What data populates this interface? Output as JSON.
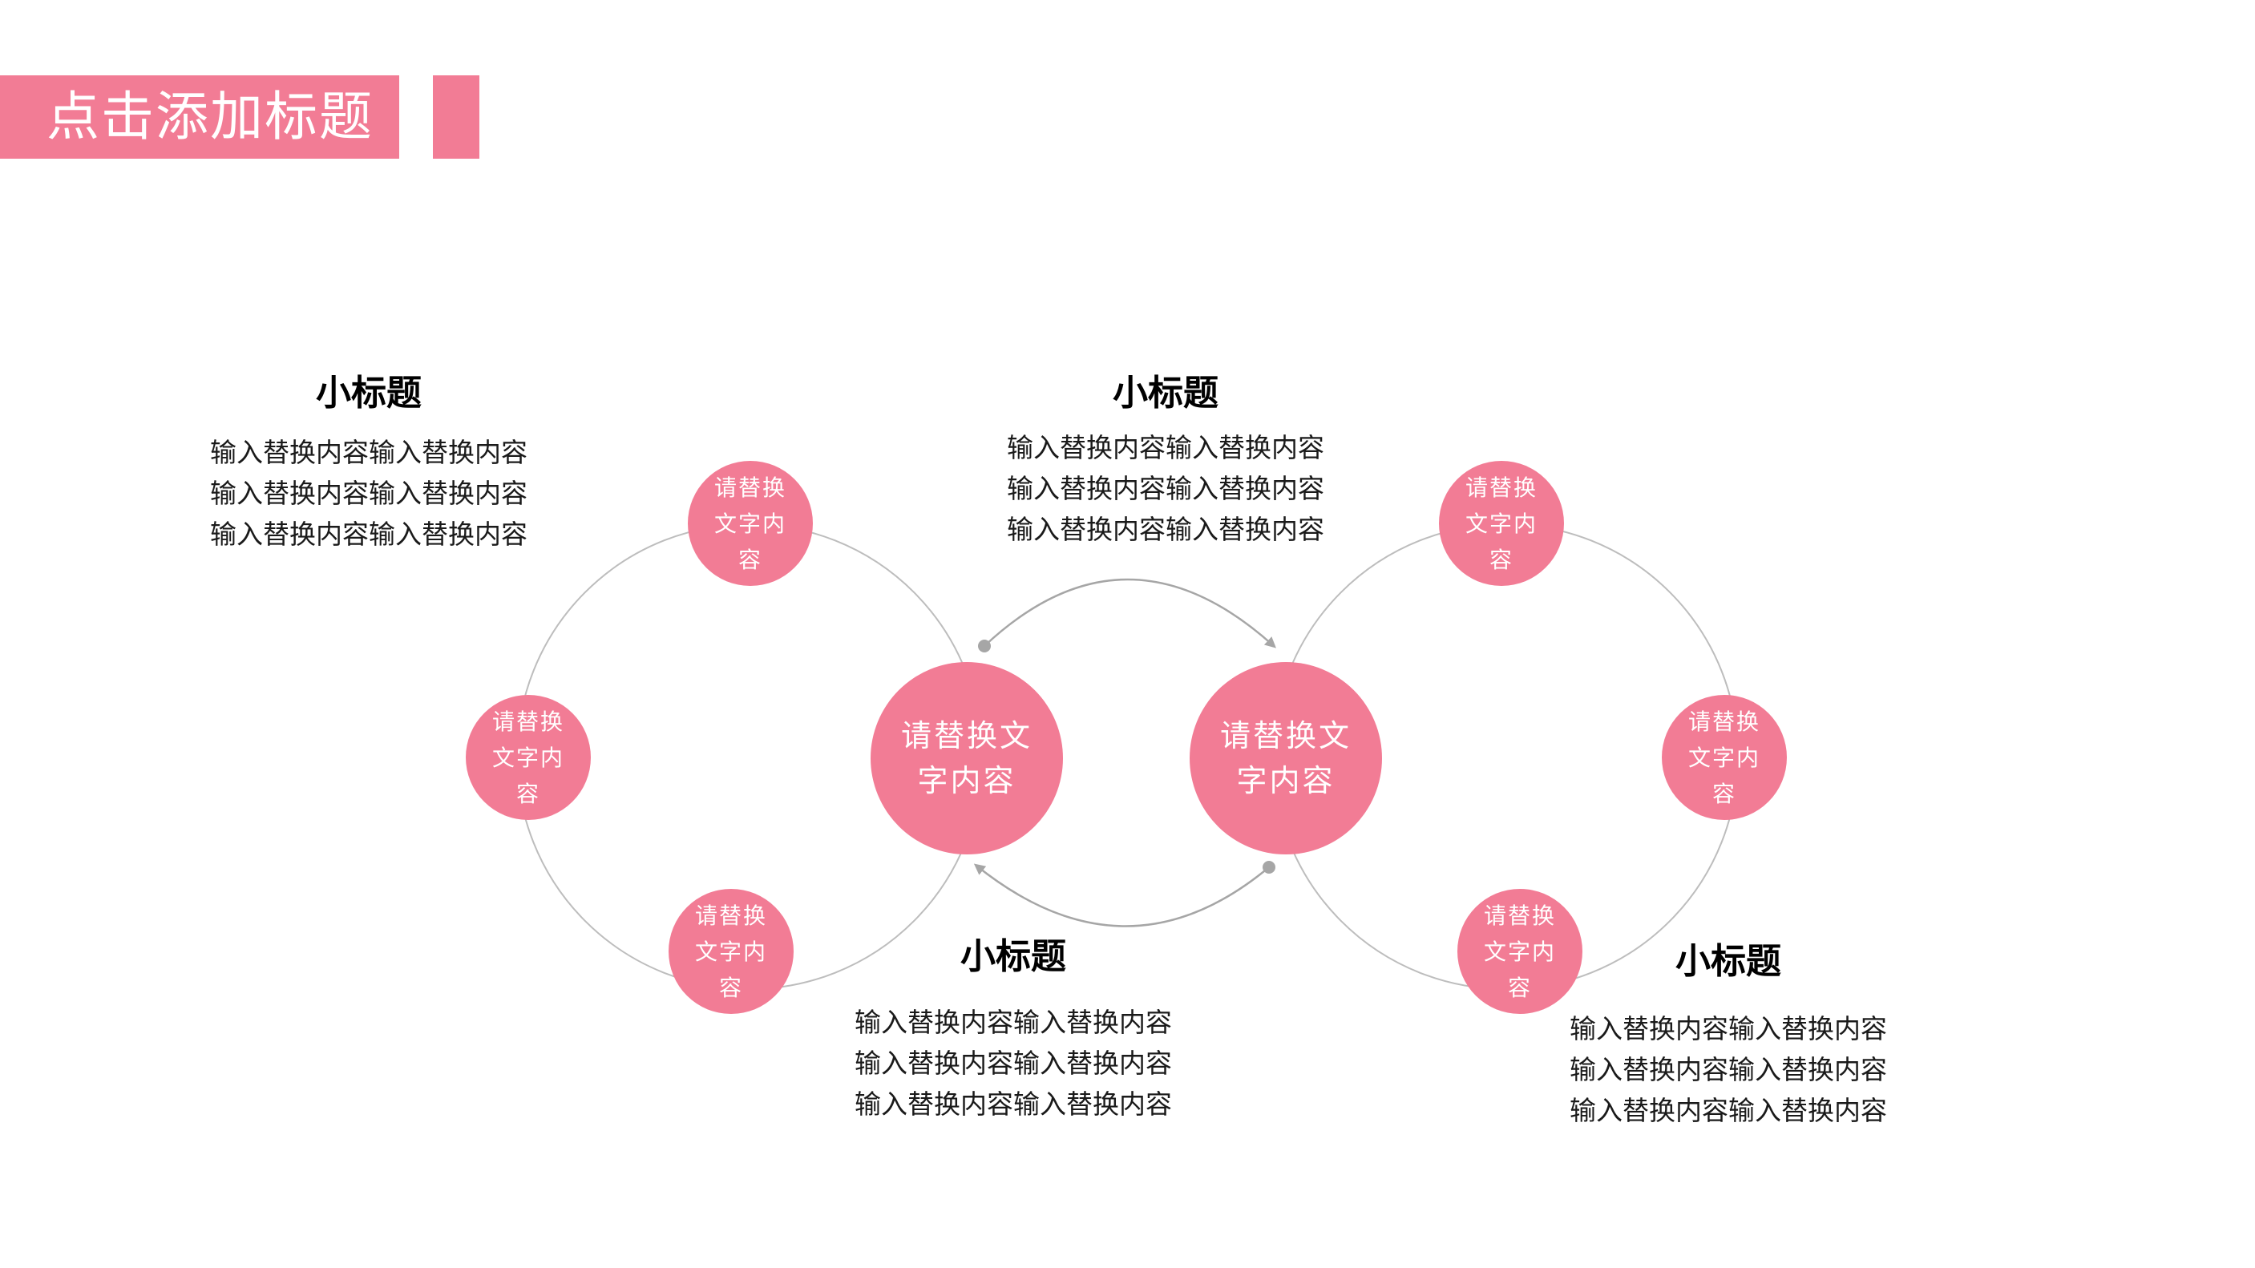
{
  "slide": {
    "title": "点击添加标题",
    "colors": {
      "accent": "#f27c95",
      "connector": "#bdbdbd",
      "arrow": "#a6a6a6",
      "text": "#1a1a1a"
    }
  },
  "nodes": {
    "left_top": "请替换文字内容",
    "left_mid": "请替换文字内容",
    "left_bottom": "请替换文字内容",
    "center_left": "请替换文字内容",
    "center_right": "请替换文字内容",
    "right_top": "请替换文字内容",
    "right_mid": "请替换文字内容",
    "right_bottom": "请替换文字内容"
  },
  "text_blocks": [
    {
      "subtitle": "小标题",
      "lines": [
        "输入替换内容输入替换内容",
        "输入替换内容输入替换内容",
        "输入替换内容输入替换内容"
      ]
    },
    {
      "subtitle": "小标题",
      "lines": [
        "输入替换内容输入替换内容",
        "输入替换内容输入替换内容",
        "输入替换内容输入替换内容"
      ]
    },
    {
      "subtitle": "小标题",
      "lines": [
        "输入替换内容输入替换内容",
        "输入替换内容输入替换内容",
        "输入替换内容输入替换内容"
      ]
    },
    {
      "subtitle": "小标题",
      "lines": [
        "输入替换内容输入替换内容",
        "输入替换内容输入替换内容",
        "输入替换内容输入替换内容"
      ]
    }
  ]
}
